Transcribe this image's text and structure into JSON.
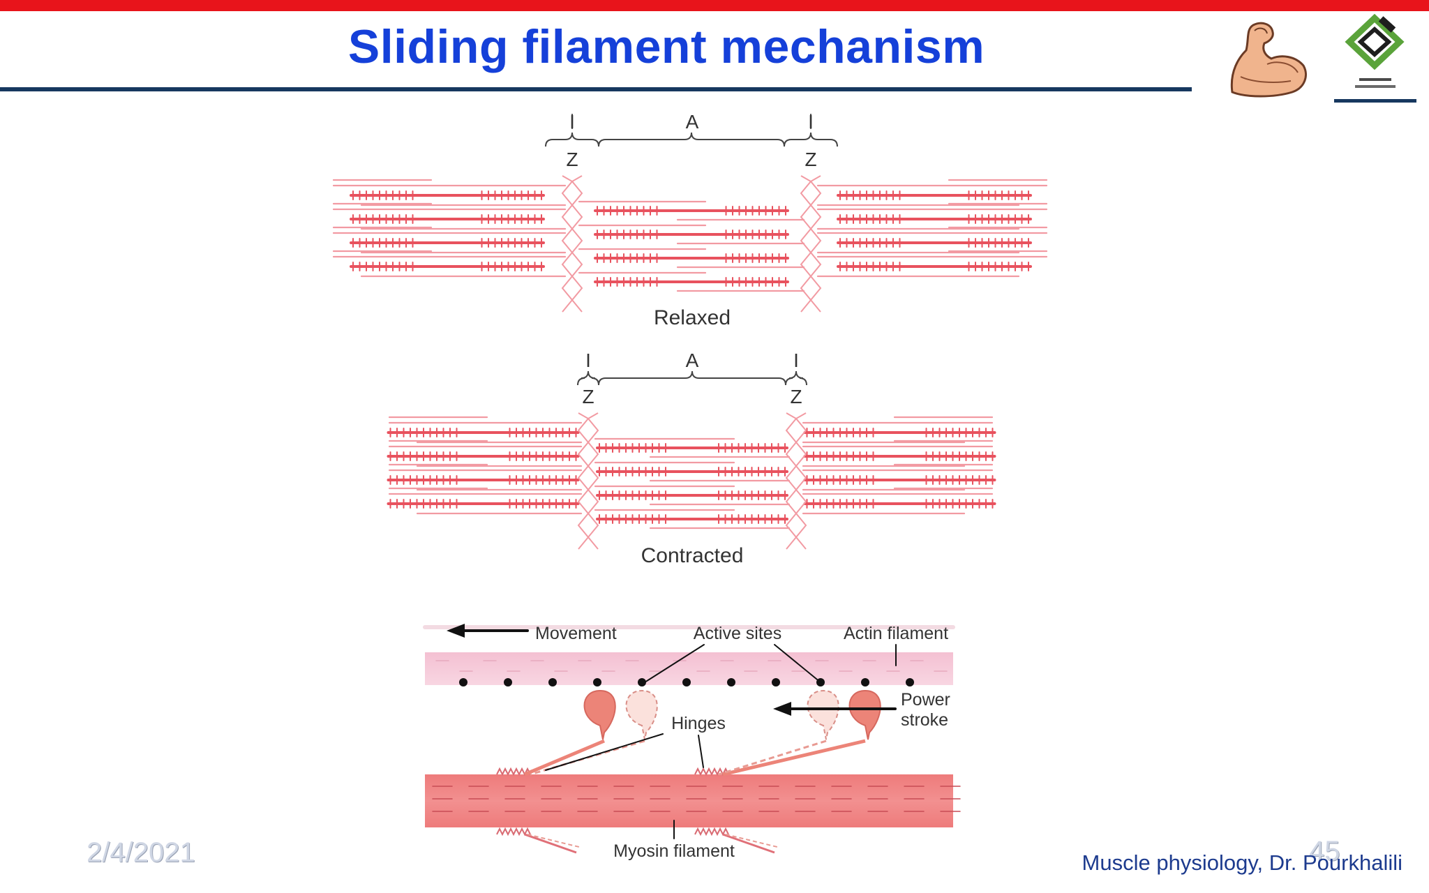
{
  "slide": {
    "title": "Sliding filament mechanism",
    "date": "2/4/2021",
    "page_number": "45",
    "footer": "Muscle physiology, Dr. Pourkhalili"
  },
  "relaxed": {
    "caption": "Relaxed",
    "label_i_left": "I",
    "label_a": "A",
    "label_i_right": "I",
    "label_z_left": "Z",
    "label_z_right": "Z"
  },
  "contracted": {
    "caption": "Contracted",
    "label_i_left": "I",
    "label_a": "A",
    "label_i_right": "I",
    "label_z_left": "Z",
    "label_z_right": "Z"
  },
  "crossbridge": {
    "movement": "Movement",
    "active_sites": "Active sites",
    "actin_filament": "Actin filament",
    "hinges": "Hinges",
    "power": "Power",
    "stroke": "stroke",
    "myosin_filament": "Myosin filament"
  },
  "colors": {
    "title": "#1540d9",
    "top_bar": "#e8141b",
    "filament": "#e8525e",
    "actin_band": "#f5c6d6",
    "myosin_band": "#ef7f7f"
  }
}
